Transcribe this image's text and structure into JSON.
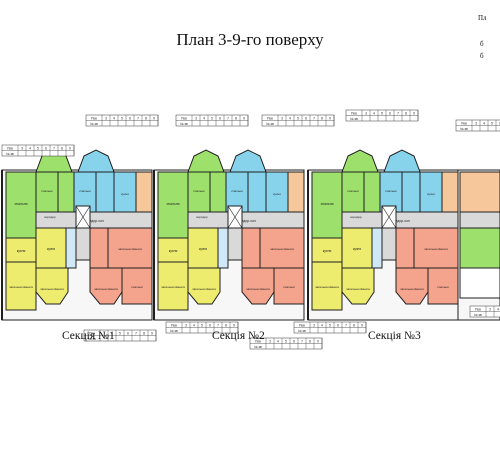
{
  "title": "План 3-9-го поверху",
  "corner": {
    "top": "Пл",
    "line2": "б",
    "line3": "б"
  },
  "colors": {
    "green": "#9ee06c",
    "blue": "#87d3ec",
    "yellow": "#eeec6e",
    "pink": "#f4a38d",
    "orange": "#f6c79a",
    "wall": "#1f1f1f",
    "corridor": "#d9d9d9"
  },
  "sections": [
    {
      "label": "Секція №1"
    },
    {
      "label": "Секція №2"
    },
    {
      "label": "Секція №3"
    }
  ],
  "table_labels": {
    "row1": "Пов",
    "row2": "№ кв"
  },
  "floor_nums": [
    "3",
    "4",
    "5",
    "6",
    "7",
    "8",
    "9"
  ],
  "room_labels": {
    "corridor": "коридор-хол",
    "hall": "коридор",
    "kitchen": "кухня",
    "bedroom": "спальня",
    "living": "загальна кімната"
  }
}
